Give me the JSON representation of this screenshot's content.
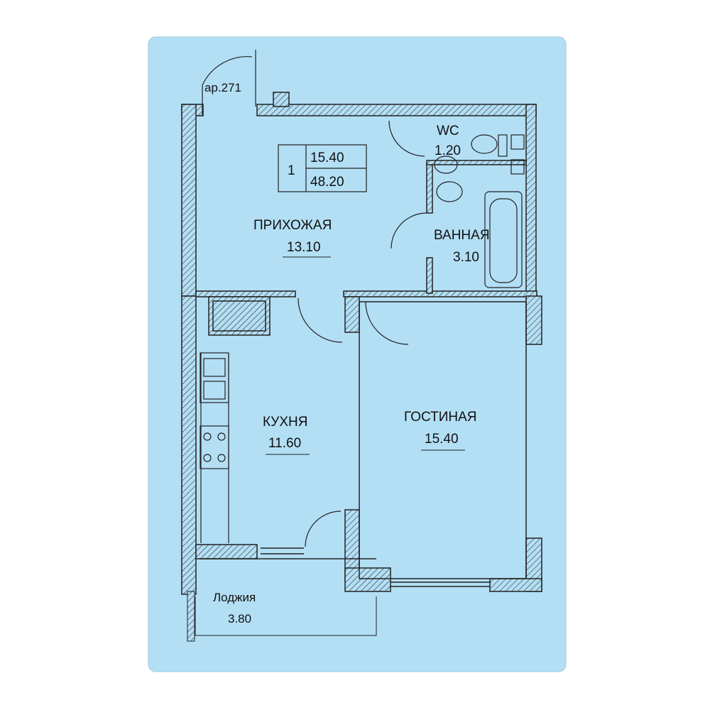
{
  "apartment": {
    "number": "1",
    "living_area": "15.40",
    "total_area": "48.20",
    "entrance_label": "ар.271"
  },
  "rooms": {
    "hallway": {
      "name": "ПРИХОЖАЯ",
      "area": "13.10"
    },
    "wc": {
      "name": "WC",
      "area": "1.20"
    },
    "bathroom": {
      "name": "ВАННАЯ",
      "area": "3.10"
    },
    "kitchen": {
      "name": "КУХНЯ",
      "area": "11.60"
    },
    "living_room": {
      "name": "ГОСТИНАЯ",
      "area": "15.40"
    },
    "loggia": {
      "name": "Лоджия",
      "area": "3.80"
    }
  },
  "colors": {
    "background": "#b3dff5",
    "wall_fill": "#b3dff5",
    "line": "#222222",
    "hatch": "#333333",
    "frame": "#ffffff"
  }
}
